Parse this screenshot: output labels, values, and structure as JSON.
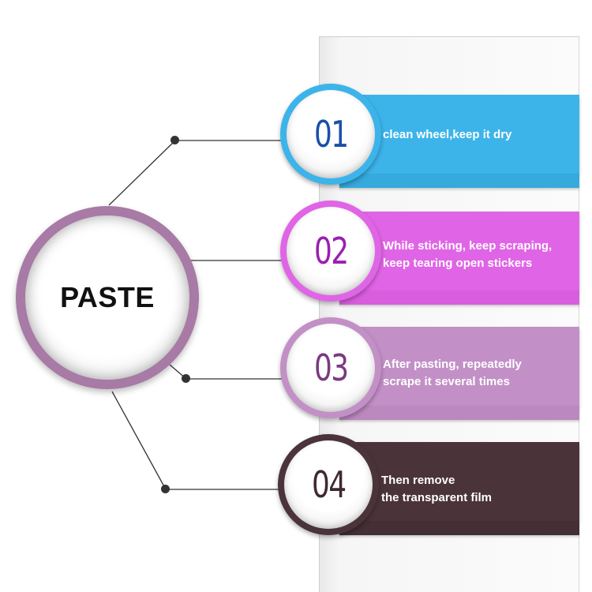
{
  "center": {
    "label": "PASTE",
    "ring_color": "#a87aa6"
  },
  "steps": [
    {
      "number": "01",
      "lines": [
        "clean wheel,keep it dry"
      ],
      "color": "#3cb4ea",
      "number_color": "#1a4fa8"
    },
    {
      "number": "02",
      "lines": [
        "While sticking, keep scraping,",
        "keep tearing open stickers"
      ],
      "color": "#e065e6",
      "number_color": "#9a1fb0"
    },
    {
      "number": "03",
      "lines": [
        "After pasting, repeatedly",
        "scrape it several times"
      ],
      "color": "#c290c6",
      "number_color": "#7a3a7e"
    },
    {
      "number": "04",
      "lines": [
        "Then remove",
        "the transparent film"
      ],
      "color": "#4a343a",
      "number_color": "#3e2a30"
    }
  ]
}
